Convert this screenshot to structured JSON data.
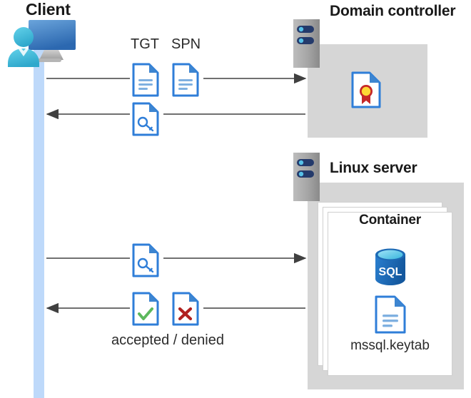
{
  "diagram": {
    "title": "Kerberos authentication flow between client, domain controller and Linux SQL Server container",
    "background": "#ffffff",
    "accent_blue": "#2f7ed8",
    "lifeline_color": "#bed9fa",
    "zone_gray": "#d6d6d6"
  },
  "client": {
    "title": "Client",
    "icon": "client-computer-user-icon",
    "lifeline": "client-lifeline"
  },
  "domain_controller": {
    "title": "Domain controller",
    "server_icon": "server-rack-icon",
    "contents": [
      {
        "icon": "certificate-document-icon",
        "label": ""
      }
    ]
  },
  "linux_server": {
    "title": "Linux server",
    "server_icon": "server-rack-icon",
    "container": {
      "title": "Container",
      "stack_count": 3,
      "items": [
        {
          "icon": "sql-database-icon",
          "label": "SQL"
        },
        {
          "icon": "document-icon",
          "label": "mssql.keytab"
        }
      ]
    }
  },
  "messages": [
    {
      "id": "msg-1",
      "direction": "right",
      "from": "client",
      "to": "domain-controller",
      "labels": [
        "TGT",
        "SPN"
      ],
      "icons": [
        "document-icon",
        "document-icon"
      ]
    },
    {
      "id": "msg-2",
      "direction": "left",
      "from": "domain-controller",
      "to": "client",
      "labels": [],
      "icons": [
        "key-document-icon"
      ]
    },
    {
      "id": "msg-3",
      "direction": "right",
      "from": "client",
      "to": "linux-server",
      "labels": [],
      "icons": [
        "key-document-icon"
      ]
    },
    {
      "id": "msg-4",
      "direction": "left",
      "from": "linux-server",
      "to": "client",
      "labels": [
        "accepted / denied"
      ],
      "icons": [
        "check-document-icon",
        "cross-document-icon"
      ]
    }
  ],
  "labels": {
    "tgt": "TGT",
    "spn": "SPN",
    "accepted_denied": "accepted / denied",
    "keytab": "mssql.keytab",
    "sql": "SQL"
  },
  "colors": {
    "doc_blue": "#2f7ed8",
    "doc_fold": "#3d85d0",
    "line_blue": "#7fb0e0",
    "check_green": "#5cb85c",
    "cross_red": "#b02020",
    "cert_red": "#c62828",
    "cert_yellow": "#fdd835",
    "sql_blue": "#1f6eb8",
    "sql_top": "#49c3e8",
    "arrow_gray": "#404040",
    "server_gray": "#9a9a9a",
    "server_navy": "#243a6b",
    "server_dot": "#56c1e8",
    "pc_blue_top": "#5b9bd5",
    "pc_blue_bot": "#2e6fb5",
    "person_cyan": "#4ec3e0"
  }
}
